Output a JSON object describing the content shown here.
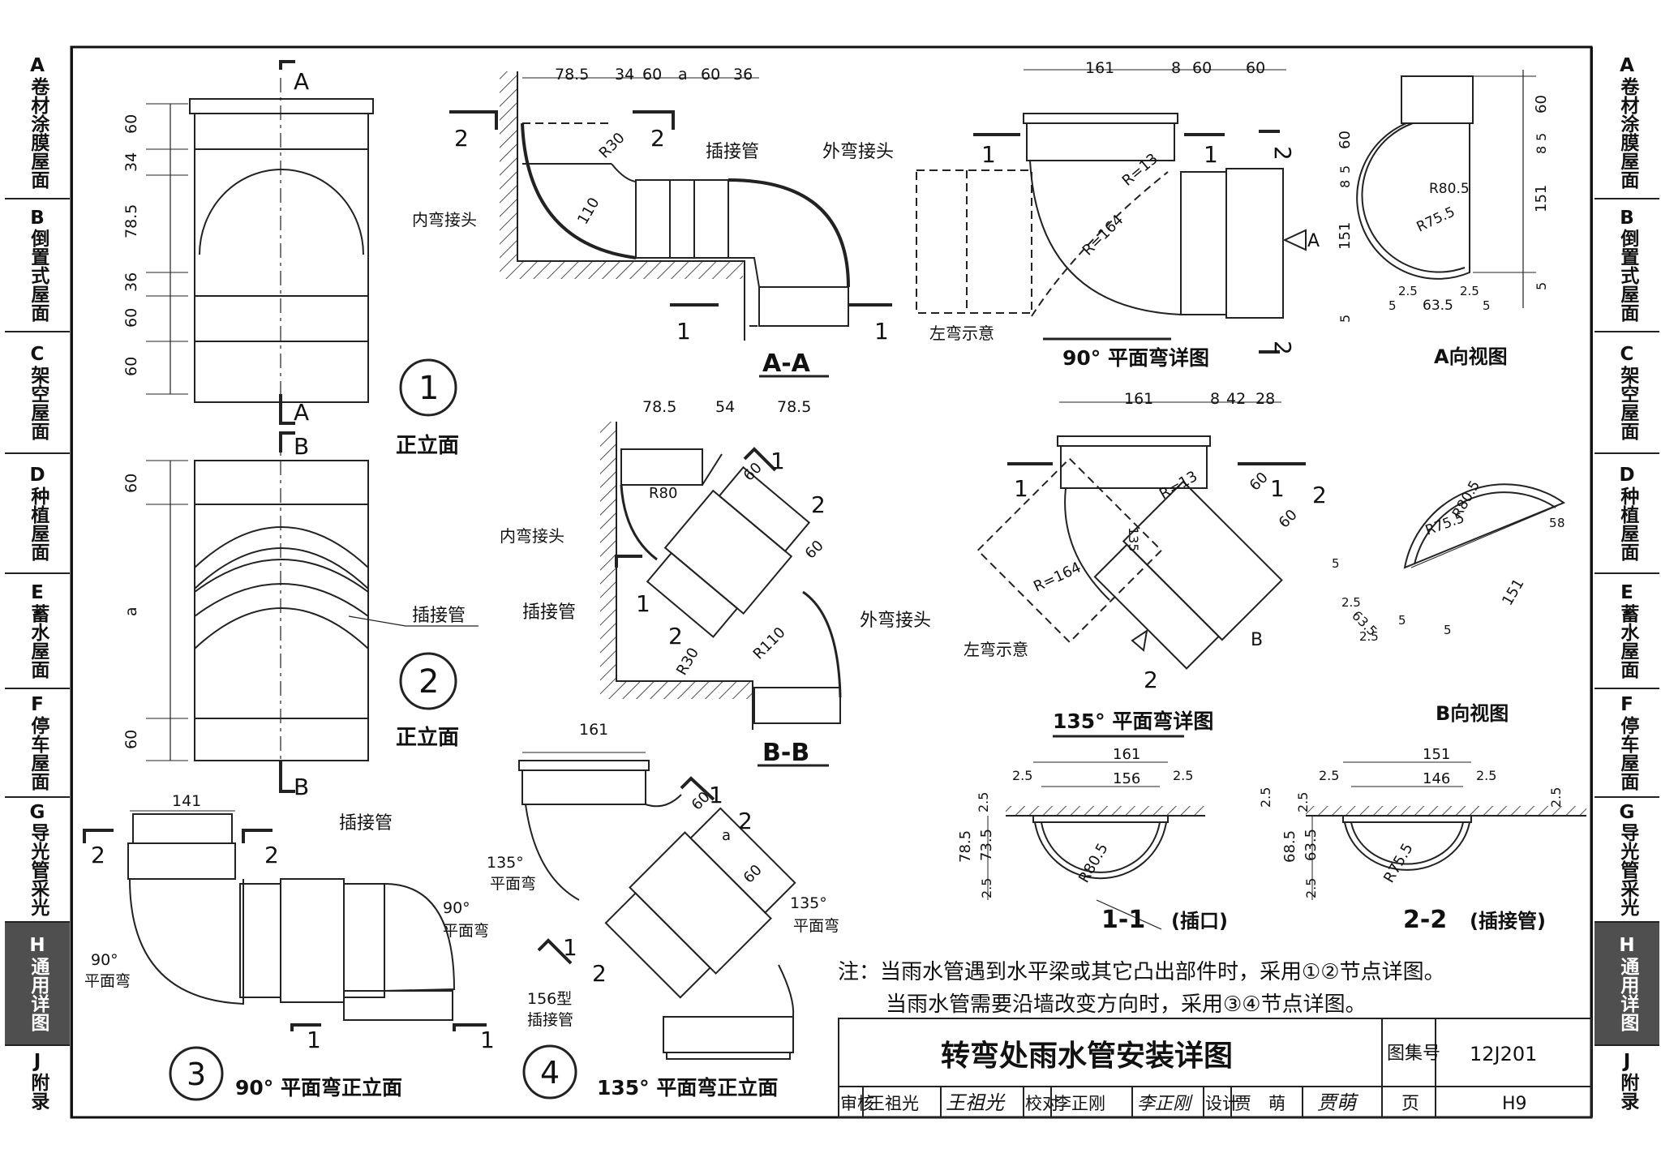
{
  "side_tabs": [
    {
      "letter": "A",
      "chars": "卷材涂膜屋面",
      "active": false
    },
    {
      "letter": "B",
      "chars": "倒置式屋面",
      "active": false
    },
    {
      "letter": "C",
      "chars": "架空屋面",
      "active": false
    },
    {
      "letter": "D",
      "chars": "种植屋面",
      "active": false
    },
    {
      "letter": "E",
      "chars": "蓄水屋面",
      "active": false
    },
    {
      "letter": "F",
      "chars": "停车屋面",
      "active": false
    },
    {
      "letter": "G",
      "chars": "导光管采光",
      "active": false
    },
    {
      "letter": "H",
      "chars": "通用详图",
      "active": true
    },
    {
      "letter": "J",
      "chars": "附录",
      "active": false
    }
  ],
  "views": {
    "v1": {
      "num": "1",
      "caption": "正立面",
      "sec": "A",
      "dims": [
        "60",
        "34",
        "78.5",
        "36",
        "60",
        "60"
      ]
    },
    "v2": {
      "num": "2",
      "caption": "正立面",
      "sec": "B",
      "dims": [
        "60",
        "a",
        "60"
      ],
      "label": "插接管"
    },
    "v3": {
      "num": "3",
      "caption": "90° 平面弯正立面",
      "top_dim": "141",
      "label_pipe": "插接管",
      "label_bend_left": "90°",
      "label_bend_left2": "平面弯",
      "label_bend_right": "90°",
      "label_bend_right2": "平面弯",
      "sec1": "1",
      "sec2": "2"
    },
    "v4": {
      "num": "4",
      "caption": "135° 平面弯正立面",
      "top_dim": "161",
      "dim_60a": "60",
      "dim_a": "a",
      "dim_60b": "60",
      "label_bend1": "135°",
      "label_bend1b": "平面弯",
      "label_bend2": "135°",
      "label_bend2b": "平面弯",
      "label_pipe": "156型",
      "label_pipe2": "插接管",
      "sec1": "1",
      "sec2": "2"
    },
    "aa": {
      "title": "A-A",
      "dims": [
        "78.5",
        "34",
        "60",
        "a",
        "60",
        "36"
      ],
      "r30": "R30",
      "d110": "110",
      "inner": "内弯接头",
      "pipe": "插接管",
      "outer": "外弯接头",
      "sec1": "1",
      "sec2": "2"
    },
    "bb": {
      "title": "B-B",
      "dims": [
        "78.5",
        "54",
        "78.5"
      ],
      "r80": "R80",
      "r30": "R30",
      "r110": "R110",
      "inner": "内弯接头",
      "pipe": "插接管",
      "outer": "外弯接头",
      "d60a": "60",
      "d60b": "60",
      "sec1": "1",
      "sec2": "2"
    },
    "p90": {
      "title": "90° 平面弯详图",
      "dims": [
        "161",
        "8",
        "60",
        "60"
      ],
      "r13": "R=13",
      "r164": "R=164",
      "left": "左弯示意",
      "vdims": [
        "60",
        "5",
        "8",
        "151",
        "5"
      ],
      "arrow": "A",
      "sec1": "1",
      "sec2": "2"
    },
    "p135": {
      "title": "135° 平面弯详图",
      "dims": [
        "161",
        "8",
        "42",
        "28"
      ],
      "r13": "R=13",
      "r164": "R=164",
      "a135": "135",
      "left": "左弯示意",
      "d60a": "60",
      "d60b": "60",
      "arrow": "B",
      "sec1": "1",
      "sec2": "2"
    },
    "av": {
      "title": "A向视图",
      "vdims": [
        "60",
        "5",
        "8",
        "151",
        "5"
      ],
      "r805": "R80.5",
      "r755": "R75.5",
      "hdims": [
        "5",
        "2.5",
        "63.5",
        "2.5",
        "5"
      ]
    },
    "bv": {
      "title": "B向视图",
      "r805": "R80.5",
      "r755": "R75.5",
      "dims": [
        "5",
        "8",
        "151",
        "5",
        "2.5",
        "63.5",
        "5",
        "2.5",
        "5"
      ]
    },
    "s11": {
      "title": "1-1",
      "sub": "(插口)",
      "top": "161",
      "inner": "156",
      "e1": "2.5",
      "e2": "2.5",
      "e3": "2.5",
      "v1": "78.5",
      "v2": "73.5",
      "v3": "2.5",
      "v0": "2.5",
      "r": "R80.5"
    },
    "s22": {
      "title": "2-2",
      "sub": "(插接管)",
      "top": "151",
      "inner": "146",
      "e1": "2.5",
      "e2": "2.5",
      "e3": "2.5",
      "v1": "68.5",
      "v2": "63.5",
      "v3": "2.5",
      "v0": "2.5",
      "r": "R75.5"
    }
  },
  "notes": {
    "line1": "注：当雨水管遇到水平梁或其它凸出部件时，采用①②节点详图。",
    "line2": "当雨水管需要沿墙改变方向时，采用③④节点详图。"
  },
  "title_block": {
    "title": "转弯处雨水管安装详图",
    "atlas_label": "图集号",
    "atlas_no": "12J201",
    "review_label": "审核",
    "reviewer": "王祖光",
    "reviewer_sig": "王祖光",
    "check_label": "校对",
    "checker": "李正刚",
    "checker_sig": "李正刚",
    "design_label": "设计",
    "designer": "贾　萌",
    "designer_sig": "贾萌",
    "page_label": "页",
    "page_no": "H9"
  }
}
